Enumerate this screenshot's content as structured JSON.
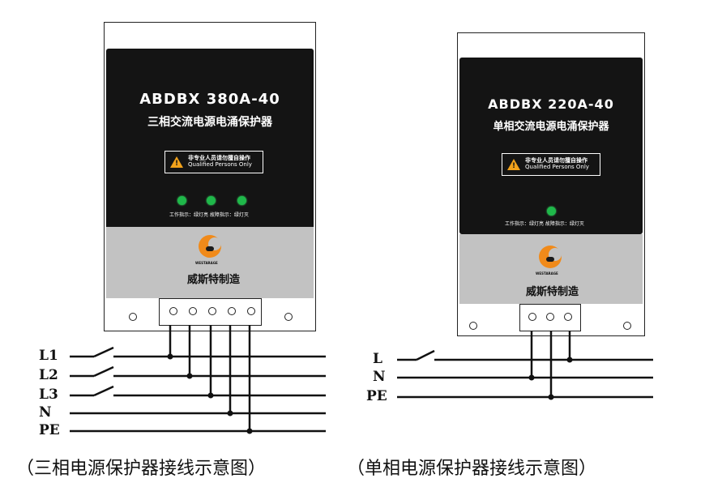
{
  "left_device": {
    "model": "ABDBX 380A-40",
    "subtitle": "三相交流电源电涌保护器",
    "warning_cn": "非专业人员请勿擅自操作",
    "warning_en": "Qualified Persons Only",
    "indicator_text": "工作指示：绿灯亮   故障指示：绿灯灭",
    "logo_text": "WESTARAGE",
    "maker": "威斯特制造"
  },
  "right_device": {
    "model": "ABDBX 220A-40",
    "subtitle": "单相交流电源电涌保护器",
    "warning_cn": "非专业人员请勿擅自操作",
    "warning_en": "Qualified Persons Only",
    "indicator_text": "工作指示：绿灯亮   故障指示：绿灯灭",
    "logo_text": "WESTARAGE",
    "maker": "威斯特制造"
  },
  "left_lines": [
    "L1",
    "L2",
    "L3",
    "N",
    "PE"
  ],
  "right_lines": [
    "L",
    "N",
    "PE"
  ],
  "captions": {
    "left": "（三相电源保护器接线示意图）",
    "right": "（单相电源保护器接线示意图）"
  },
  "colors": {
    "panel": "#141414",
    "led": "#1fb84a",
    "warning": "#f2a21b",
    "logo": "#f08a1a",
    "grey_band": "#c2c2c2"
  }
}
